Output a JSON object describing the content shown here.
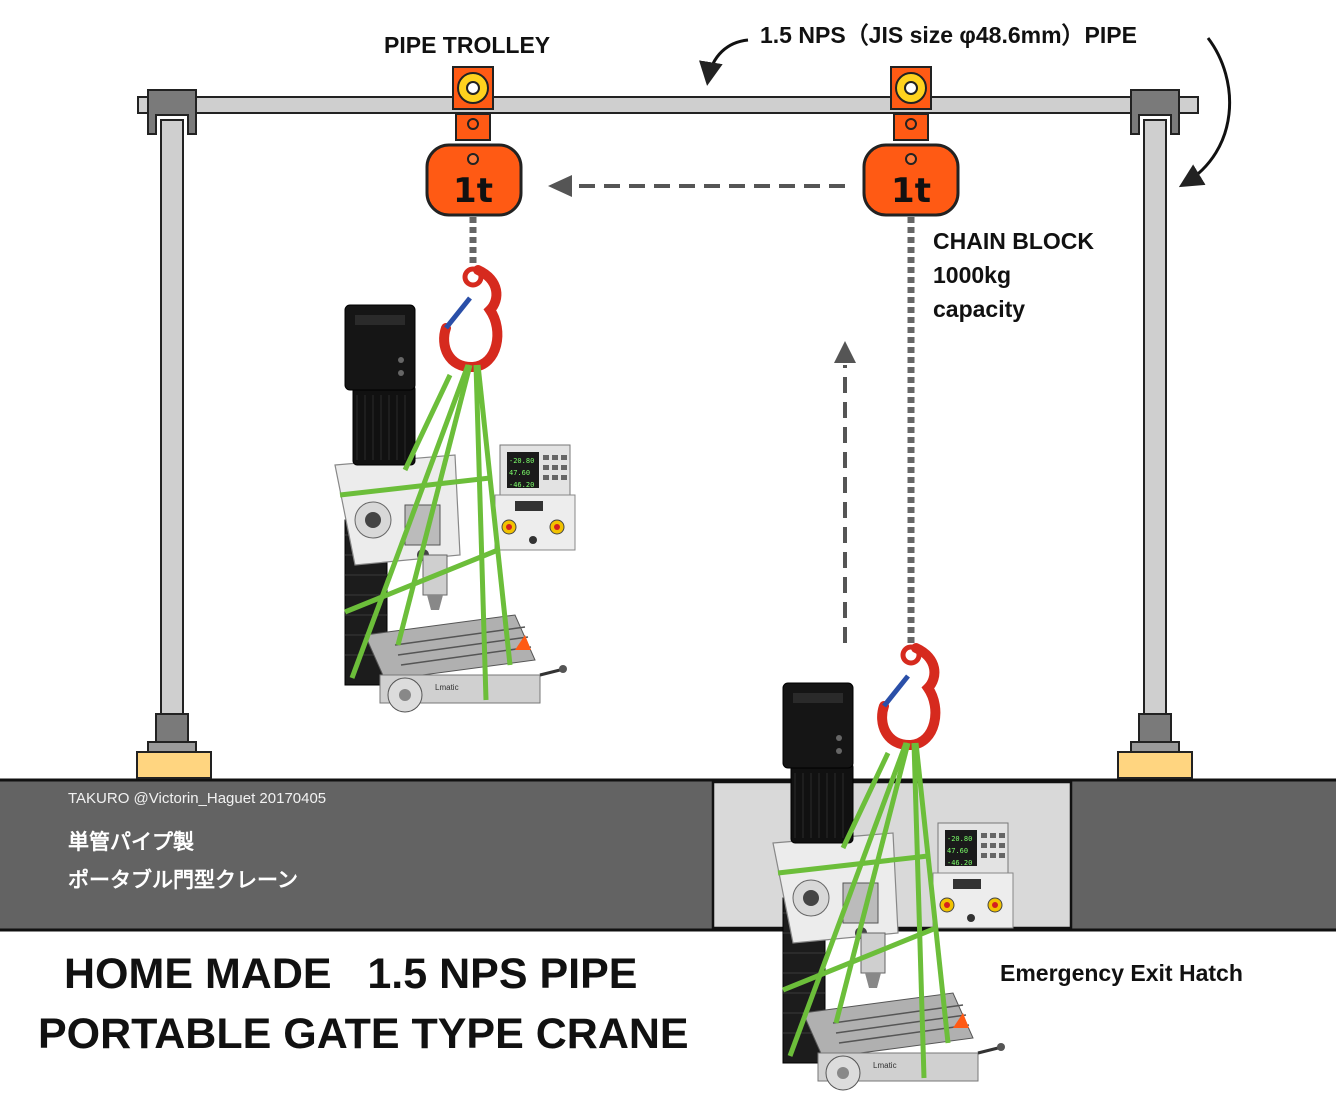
{
  "labels": {
    "pipe_trolley": "PIPE TROLLEY",
    "pipe_spec": "1.5 NPS（JIS size φ48.6mm）PIPE",
    "chain_block_title": "CHAIN BLOCK",
    "chain_block_capacity": "1000kg",
    "chain_block_capacity_word": "capacity",
    "hoist_rating": "1t",
    "author_credit": "TAKURO @Victorin_Haguet 20170405",
    "jp_line1": "単管パイプ製",
    "jp_line2": "ポータブル門型クレーン",
    "emergency_hatch": "Emergency Exit Hatch",
    "title_line1": "HOME MADE   1.5 NPS PIPE",
    "title_line2": "PORTABLE GATE TYPE CRANE",
    "machine_brand": "Lmatic",
    "dro_readout": [
      "-20.80",
      "47.60",
      "-46.20"
    ]
  },
  "colors": {
    "pipe": "#cfcfcf",
    "pipe_outline": "#222222",
    "hoist_body": "#ff5a14",
    "trolley_wheel": "#ffd21e",
    "floor": "#636363",
    "hatch": "#d9d9d9",
    "foot_pad": "#ffd580",
    "sling": "#6cbe3a",
    "hook": "#d62a1e",
    "chain": "#666666",
    "arrow": "#555555"
  }
}
